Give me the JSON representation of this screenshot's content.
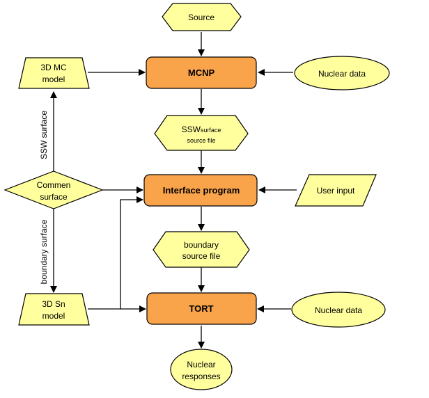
{
  "colors": {
    "process_fill": "#f9a34b",
    "data_fill": "#ffff9e",
    "stroke": "#000000"
  },
  "nodes": {
    "source": "Source",
    "mcnp": "MCNP",
    "nuclear_data_top": "Nuclear data",
    "mc_model_line1": "3D MC",
    "mc_model_line2": "model",
    "ssw_file_word1": "SSW",
    "ssw_file_word2": "surface",
    "ssw_file_line2": "source file",
    "common_surface_line1": "Commen",
    "common_surface_line2": "surface",
    "interface_program": "Interface program",
    "user_input": "User input",
    "boundary_file_line1": "boundary",
    "boundary_file_line2": "source file",
    "sn_model_line1": "3D Sn",
    "sn_model_line2": "model",
    "tort": "TORT",
    "nuclear_data_bottom": "Nuclear data",
    "responses_line1": "Nuclear",
    "responses_line2": "responses"
  },
  "edge_labels": {
    "ssw_surface": "SSW surface",
    "boundary_surface": "boundary surface"
  }
}
